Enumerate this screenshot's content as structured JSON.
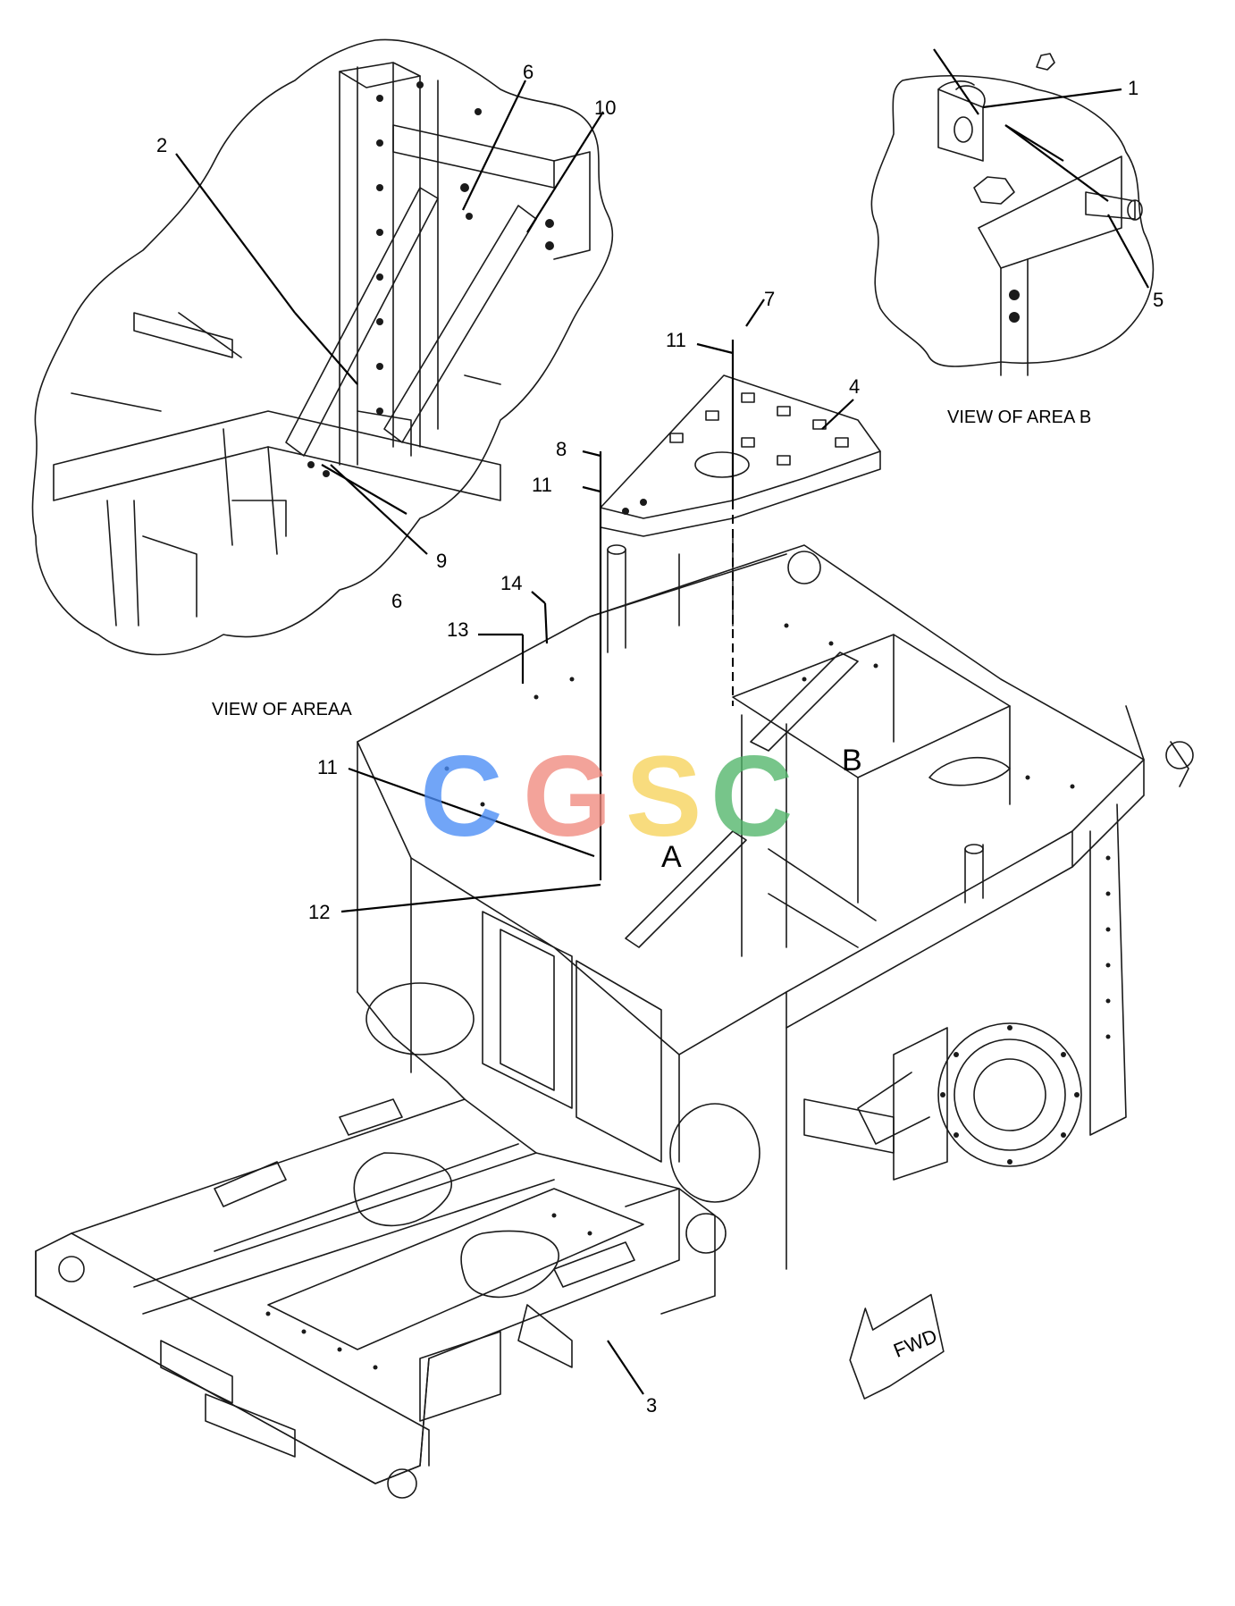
{
  "callouts": {
    "c1": "1",
    "c2": "2",
    "c3": "3",
    "c4": "4",
    "c5": "5",
    "c6a": "6",
    "c6b": "6",
    "c7": "7",
    "c8": "8",
    "c9": "9",
    "c10": "10",
    "c11a": "11",
    "c11b": "11",
    "c11c": "11",
    "c12": "12",
    "c13": "13",
    "c14": "14"
  },
  "area_labels": {
    "a": "A",
    "b": "B"
  },
  "captions": {
    "view_a": "VIEW OF AREAA",
    "view_b": "VIEW OF AREA B"
  },
  "fwd_arrow": "FWD",
  "watermark": {
    "letters": [
      "C",
      "G",
      "S",
      "C"
    ],
    "colors": [
      "#4a8cf6",
      "#f08a7e",
      "#f7d35a",
      "#52b66a"
    ]
  }
}
